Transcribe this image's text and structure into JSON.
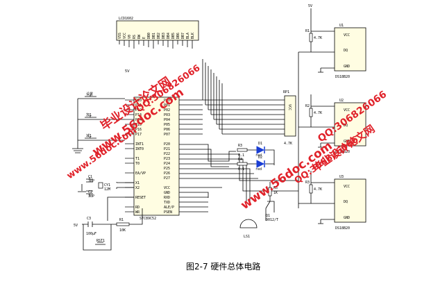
{
  "caption": "图2-7 硬件总体电路",
  "lcd": {
    "ref": "LCD1602",
    "pins": [
      "VSS",
      "VCC",
      "V0",
      "RS",
      "RW",
      "E",
      "DB0",
      "DB1",
      "DB2",
      "DB3",
      "DB4",
      "DB5",
      "DB6",
      "DB7",
      "BLA",
      "BLK"
    ],
    "supply": "5V"
  },
  "mcu": {
    "ref": "STC89C52",
    "left_pins": [
      "P10",
      "P11",
      "P12",
      "P13",
      "P14",
      "P15",
      "P16",
      "P17",
      "",
      "INT1",
      "INT0",
      "",
      "T1",
      "T0",
      "",
      "EA/VP",
      "",
      "X1",
      "X2",
      "",
      "RESET",
      "",
      "RD",
      "WR"
    ],
    "right_pins": [
      "P00",
      "P01",
      "P02",
      "P03",
      "P04",
      "P05",
      "P06",
      "P07",
      "",
      "P20",
      "P21",
      "P22",
      "P23",
      "P24",
      "P25",
      "P26",
      "P27",
      "",
      "VCC",
      "GND",
      "RXD",
      "TXD",
      "ALE/P",
      "PSEN"
    ]
  },
  "buttons": [
    "设置",
    "加1",
    "减1"
  ],
  "crystal": {
    "c1": "C1",
    "c1v": "30P",
    "c2": "C2",
    "c2v": "30P",
    "y": "CY1",
    "yv": "12M"
  },
  "reset": {
    "c": "C3",
    "cv": "100μF",
    "r": "R1",
    "rv": "10K",
    "sw": "RST1"
  },
  "rp": {
    "ref": "RP1",
    "label": "VCC",
    "value": "4.7K"
  },
  "leds": [
    {
      "r": "R3",
      "rv": "0.1",
      "d": "D1",
      "color": "red"
    },
    {
      "r": "R4",
      "rv": "0.1",
      "d": "D2",
      "color": "red"
    }
  ],
  "buzzer": {
    "q": "Q1",
    "qv": "9012/T",
    "r": "R5",
    "rv": "1K",
    "ls": "LS1"
  },
  "sensors": [
    {
      "ref": "U1",
      "r": "R1",
      "rv": "4.7K",
      "vcc": "VCC",
      "dq": "DQ",
      "gnd": "GND",
      "part": "DS18B20"
    },
    {
      "ref": "U2",
      "r": "R2",
      "rv": "4.7K",
      "vcc": "VCC",
      "dq": "DQ",
      "gnd": "GND",
      "part": "DS18B20"
    },
    {
      "ref": "U3",
      "r": "R3",
      "rv": "4.7K",
      "vcc": "VCC",
      "dq": "DQ",
      "gnd": "GND",
      "part": "DS18B20"
    }
  ],
  "supply_5v": "5V",
  "watermarks": [
    "毕业设计论文网",
    "www.56doc.com",
    "QQ:306826066"
  ]
}
